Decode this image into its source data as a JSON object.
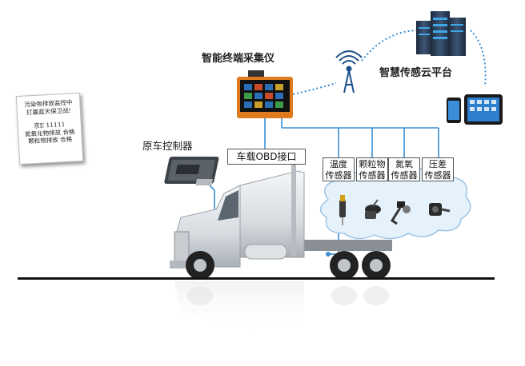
{
  "title_collector": "智能终端采集仪",
  "title_cloud": "智慧传感云平台",
  "title_ecu": "原车控制器",
  "obd_label": "车载OBD接口",
  "sensors": [
    {
      "line1": "温度",
      "line2": "传感器"
    },
    {
      "line1": "颗粒物",
      "line2": "传感器"
    },
    {
      "line1": "氮氧",
      "line2": "传感器"
    },
    {
      "line1": "压差",
      "line2": "传感器"
    }
  ],
  "placard": {
    "lines": [
      "污染物排放监控中",
      "打赢蓝天保卫战!",
      "京E 11111",
      "氮氧化物排放  合格",
      "颗粒物排放  合格"
    ]
  },
  "colors": {
    "connector_line": "#3b8fd6",
    "cloud_fill": "#e6f2fb",
    "cloud_stroke": "#9bc3e6",
    "server_dark": "#2c3e56",
    "server_accent": "#3fa6e8",
    "device_orange": "#e07a1e"
  }
}
